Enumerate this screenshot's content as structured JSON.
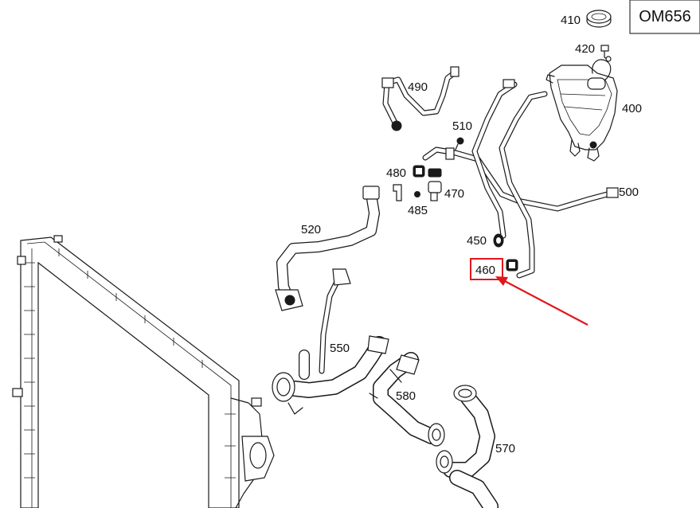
{
  "engine_code": "OM656",
  "highlight_color": "#e0161b",
  "labels": [
    {
      "id": "410",
      "text": "410"
    },
    {
      "id": "420",
      "text": "420"
    },
    {
      "id": "400",
      "text": "400"
    },
    {
      "id": "490",
      "text": "490"
    },
    {
      "id": "510",
      "text": "510"
    },
    {
      "id": "480",
      "text": "480"
    },
    {
      "id": "470",
      "text": "470"
    },
    {
      "id": "485",
      "text": "485"
    },
    {
      "id": "500",
      "text": "500"
    },
    {
      "id": "520",
      "text": "520"
    },
    {
      "id": "450",
      "text": "450"
    },
    {
      "id": "460",
      "text": "460"
    },
    {
      "id": "550",
      "text": "550"
    },
    {
      "id": "580",
      "text": "580"
    },
    {
      "id": "570",
      "text": "570"
    }
  ]
}
